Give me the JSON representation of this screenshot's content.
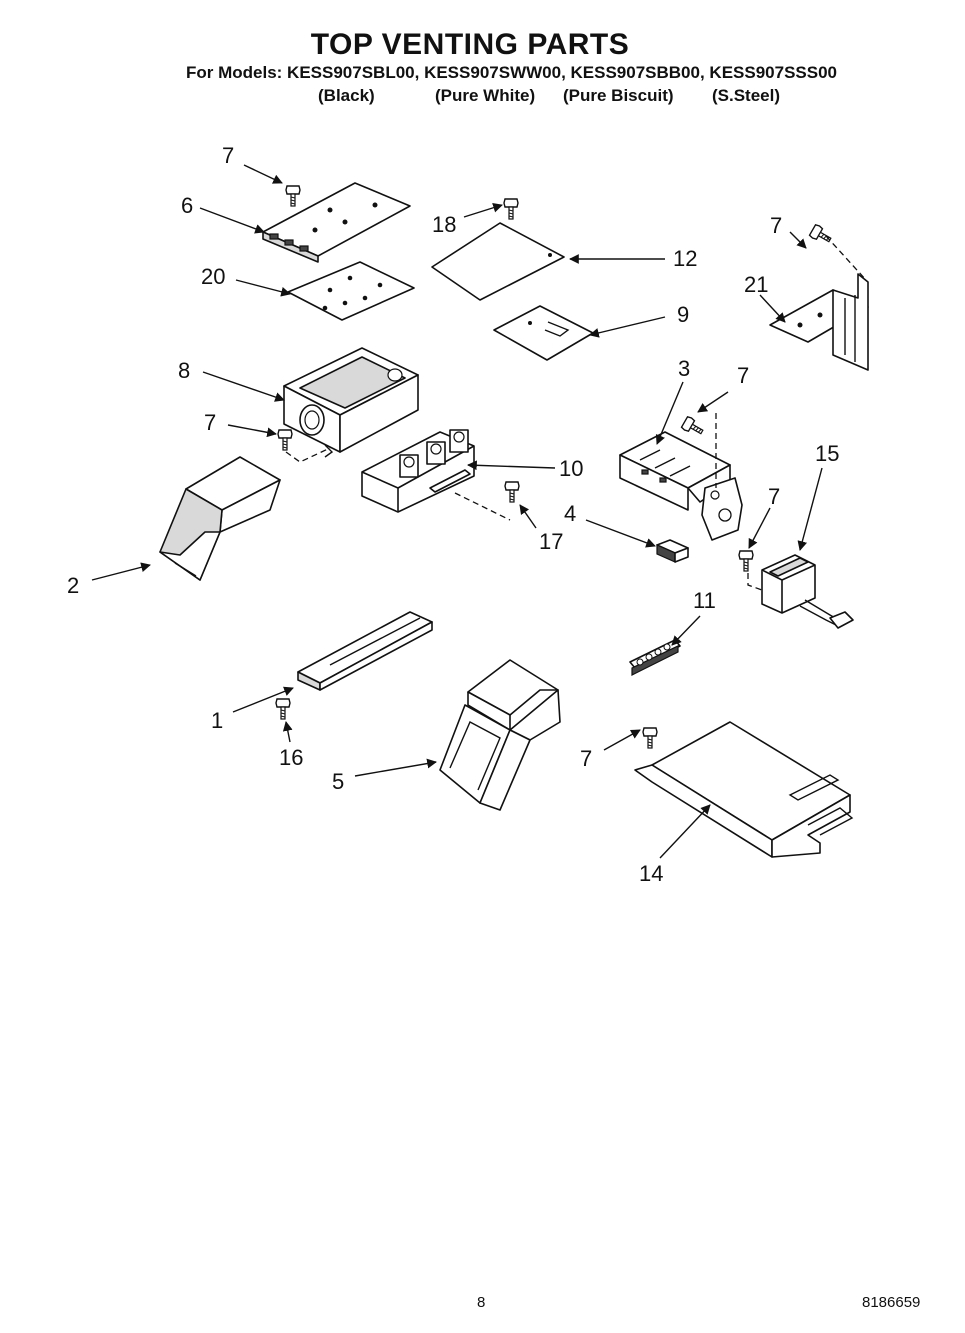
{
  "header": {
    "title": "TOP VENTING PARTS",
    "models": "For Models: KESS907SBL00, KESS907SWW00, KESS907SBB00, KESS907SSS00",
    "colors": [
      "(Black)",
      "(Pure White)",
      "(Pure Biscuit)",
      "(S.Steel)"
    ]
  },
  "callouts": [
    "7",
    "6",
    "20",
    "18",
    "12",
    "9",
    "7",
    "21",
    "8",
    "3",
    "7",
    "7",
    "10",
    "15",
    "17",
    "4",
    "7",
    "2",
    "11",
    "1",
    "16",
    "7",
    "5",
    "14"
  ],
  "footer": {
    "page_number": "8",
    "doc_number": "8186659"
  }
}
